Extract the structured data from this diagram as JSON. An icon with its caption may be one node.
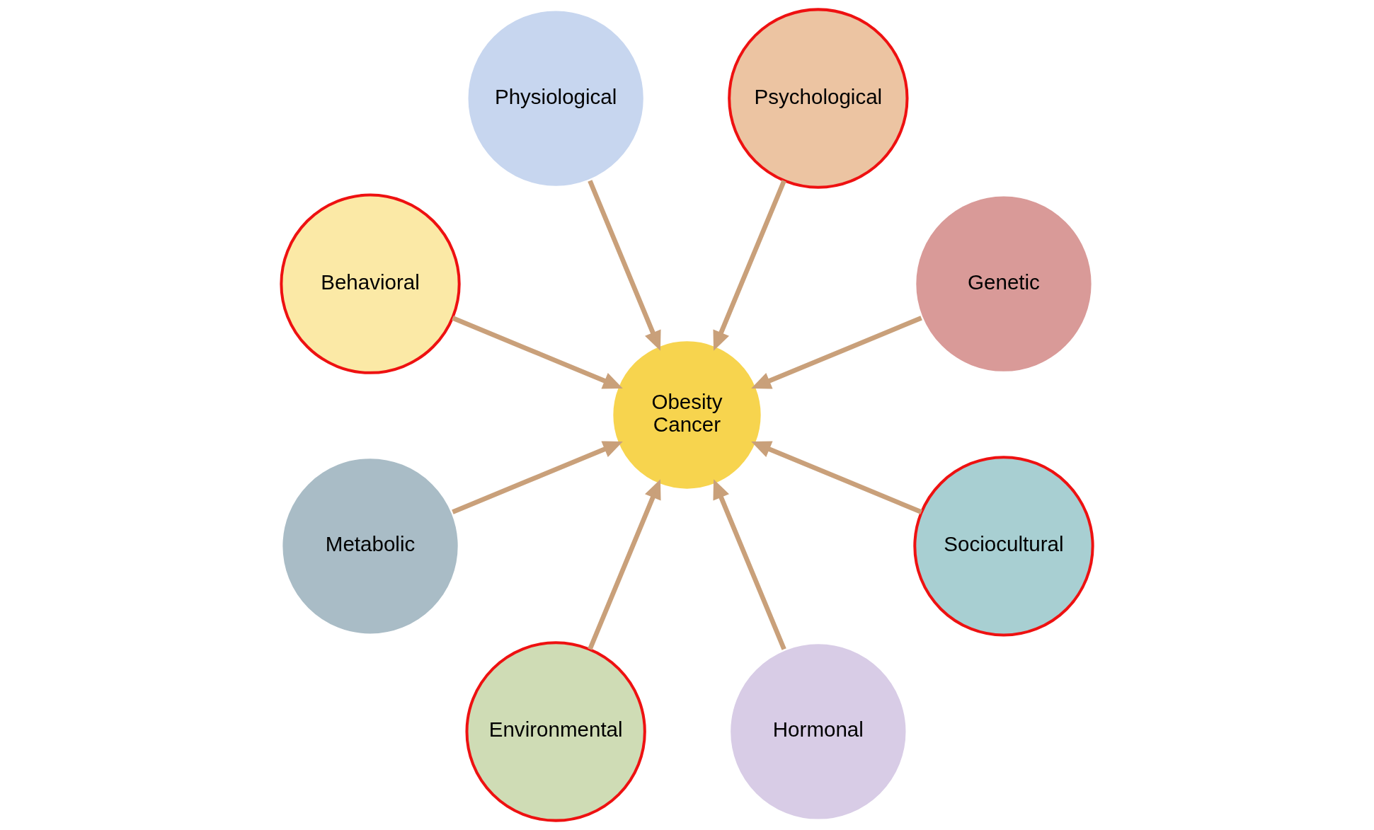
{
  "diagram": {
    "nodes": [
      {
        "text": [
          "Genetic"
        ]
      },
      {
        "text": [
          "Psychological"
        ]
      },
      {
        "text": [
          "Physiological"
        ]
      },
      {
        "text": [
          "Behavioral"
        ]
      },
      {
        "text": [
          "Obesity",
          "Cancer"
        ]
      },
      {
        "text": [
          "Metabolic"
        ]
      },
      {
        "text": [
          "Environmental"
        ]
      },
      {
        "text": [
          "Hormonal"
        ]
      },
      {
        "text": [
          "Sociocultural"
        ]
      }
    ],
    "edges": [
      {
        "from": 0,
        "to": 4,
        "arrow": "to"
      },
      {
        "from": 1,
        "to": 4,
        "arrow": "to"
      },
      {
        "from": 2,
        "to": 4,
        "arrow": "to"
      },
      {
        "from": 3,
        "to": 4,
        "arrow": "to"
      },
      {
        "from": 5,
        "to": 4,
        "arrow": "to"
      },
      {
        "from": 6,
        "to": 4,
        "arrow": "to"
      },
      {
        "from": 7,
        "to": 4,
        "arrow": "to"
      },
      {
        "from": 8,
        "to": 4,
        "arrow": "to"
      }
    ]
  }
}
